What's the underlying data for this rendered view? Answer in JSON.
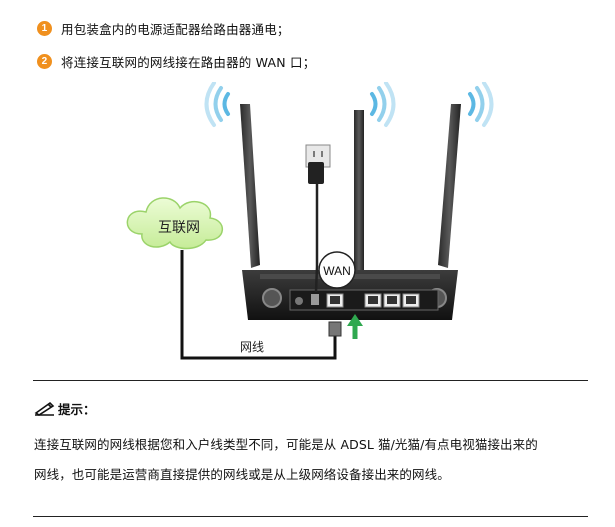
{
  "steps": [
    {
      "num": "1",
      "text": "用包装盒内的电源适配器给路由器通电；"
    },
    {
      "num": "2",
      "text": "将连接互联网的网线接在路由器的 WAN 口；"
    }
  ],
  "figure": {
    "cloud_label": "互联网",
    "wan_label": "WAN",
    "cable_label": "网线",
    "icons": [
      "wifi-signal-icon",
      "power-outlet-icon",
      "cloud-icon",
      "up-arrow-icon"
    ],
    "colors": {
      "accent": "#f0901e",
      "wifi": "#4ab0e0",
      "cloud": "#d3f2a8",
      "arrow": "#2fa84f"
    }
  },
  "tip": {
    "title": "提示：",
    "icon": "pencil-note-icon",
    "lines": [
      "连接互联网的网线根据您和入户线类型不同，可能是从 ADSL 猫/光猫/有点电视猫接出来的",
      "网线，也可能是运营商直接提供的网线或是从上级网络设备接出来的网线。"
    ]
  }
}
